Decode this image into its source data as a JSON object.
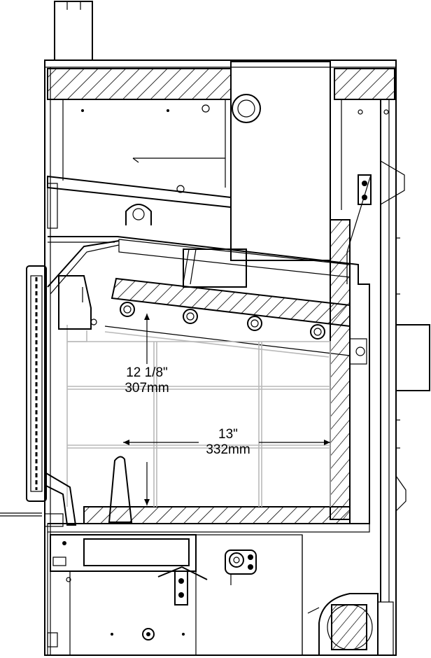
{
  "dimensions": {
    "height_imperial": "12 1/8\"",
    "height_metric": "307mm",
    "width_imperial": "13\"",
    "width_metric": "332mm"
  },
  "colors": {
    "line": "#000000",
    "firebrick": "#b9b9b9",
    "background": "#ffffff"
  }
}
